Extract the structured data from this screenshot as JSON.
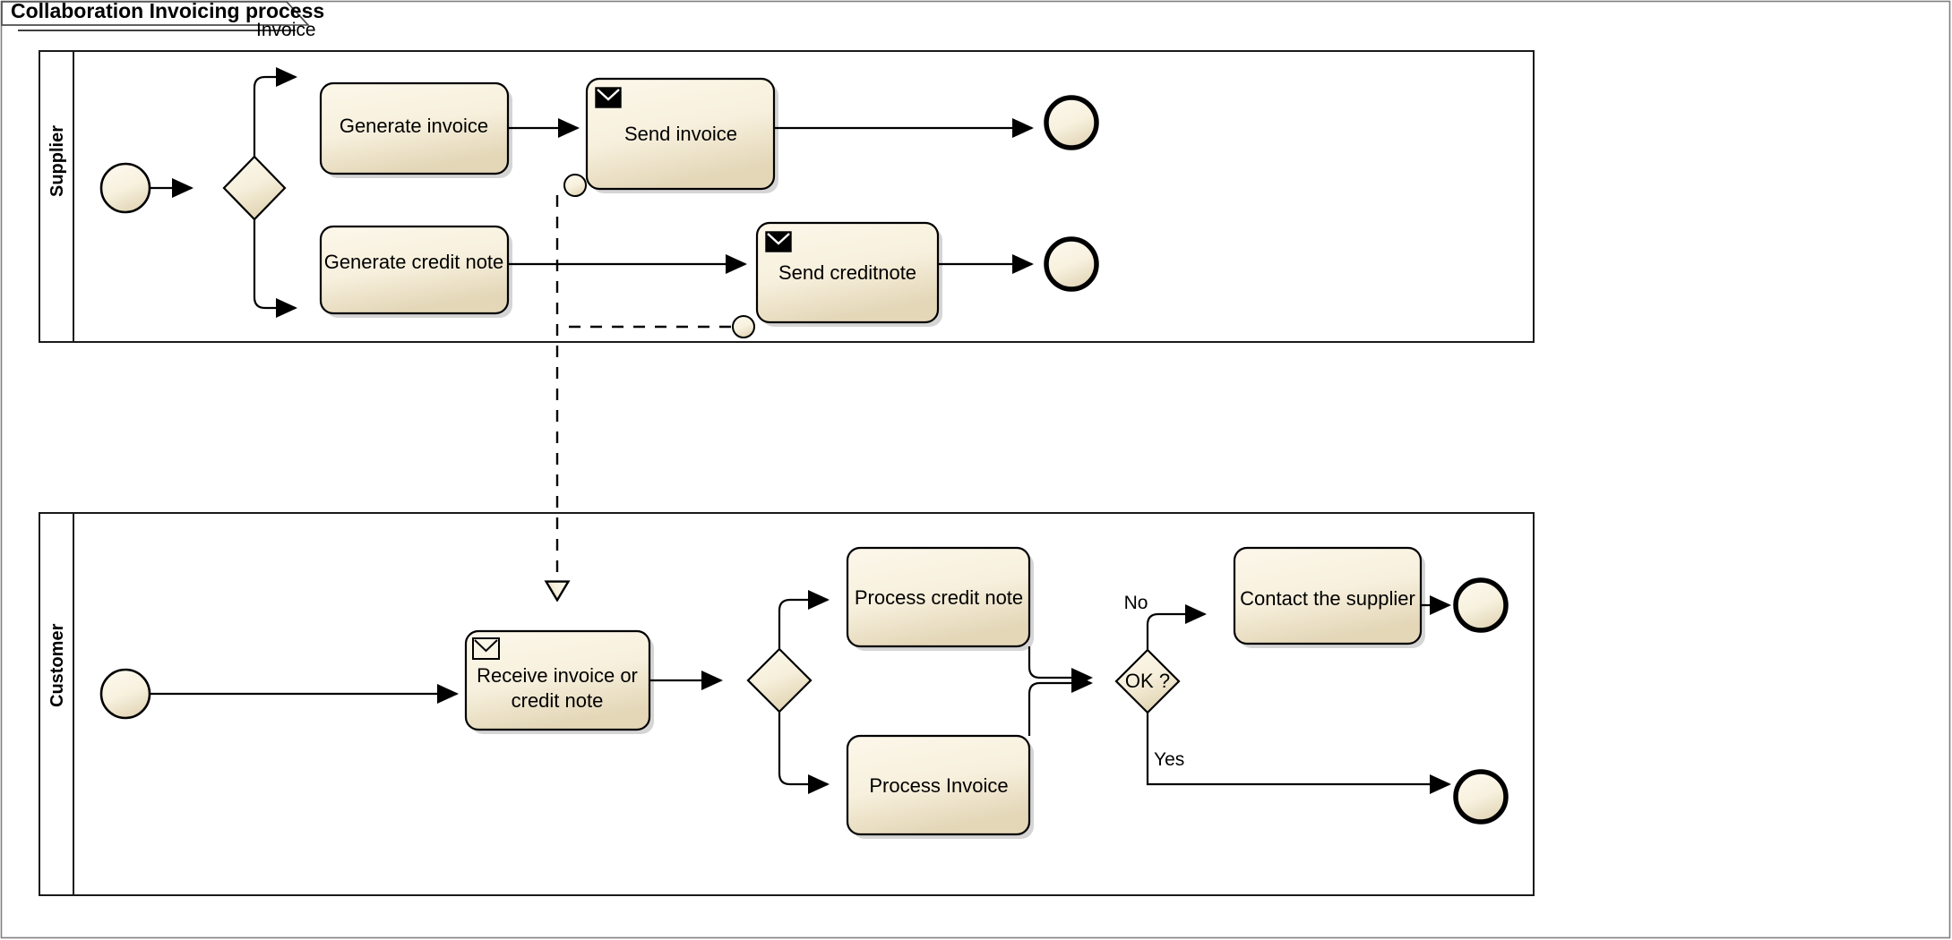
{
  "diagram": {
    "title": "Collaboration Invoicing process",
    "type": "bpmn-collaboration"
  },
  "message_flows": [
    {
      "name": "invoice-message-flow",
      "label": "Invoice"
    },
    {
      "name": "creditnote-message-flow",
      "label": ""
    }
  ],
  "pools": [
    {
      "name": "supplier-pool",
      "label": "Supplier",
      "elements": {
        "start_event": "start-event-supplier",
        "gateway": "exclusive-gateway-supplier",
        "tasks": [
          {
            "id": "generate-invoice",
            "label": "Generate invoice",
            "icon": ""
          },
          {
            "id": "send-invoice",
            "label": "Send invoice",
            "icon": "send-message-icon"
          },
          {
            "id": "generate-credit-note",
            "label": "Generate credit note",
            "icon": ""
          },
          {
            "id": "send-creditnote",
            "label": "Send creditnote",
            "icon": "send-message-icon"
          }
        ],
        "end_events": [
          "end-event-invoice",
          "end-event-creditnote"
        ]
      }
    },
    {
      "name": "customer-pool",
      "label": "Customer",
      "elements": {
        "start_event": "start-event-customer",
        "tasks": [
          {
            "id": "receive-invoice-or-credit-note",
            "label_line1": "Receive invoice or",
            "label_line2": "credit note",
            "icon": "receive-message-icon"
          },
          {
            "id": "process-credit-note",
            "label": "Process credit note",
            "icon": ""
          },
          {
            "id": "process-invoice",
            "label": "Process Invoice",
            "icon": ""
          },
          {
            "id": "contact-the-supplier",
            "label": "Contact the supplier",
            "icon": ""
          }
        ],
        "gateways": [
          {
            "id": "split-gateway-customer",
            "label": ""
          },
          {
            "id": "ok-gateway",
            "label": "OK ?"
          }
        ],
        "sequence_flow_labels": [
          {
            "id": "flow-label-no",
            "label": "No"
          },
          {
            "id": "flow-label-yes",
            "label": "Yes"
          }
        ],
        "end_events": [
          "end-event-contact-supplier",
          "end-event-ok"
        ]
      }
    }
  ],
  "colors": {
    "shape_fill_top": "#faf4e6",
    "shape_fill_bottom": "#e8dcc0",
    "stroke": "#000000",
    "shadow": "#b3b3b3",
    "canvas_background": "#ffffff",
    "border": "#808080"
  }
}
